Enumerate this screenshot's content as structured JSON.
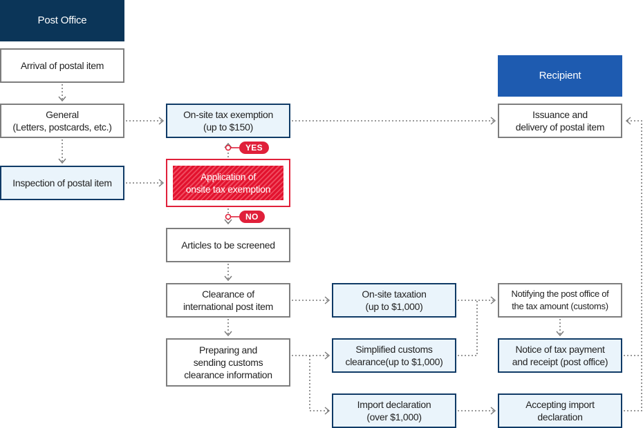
{
  "headers": {
    "post_office": "Post Office",
    "recipient": "Recipient"
  },
  "boxes": {
    "arrival": "Arrival of postal item",
    "general": "General\n(Letters, postcards, etc.)",
    "inspection": "Inspection of postal item",
    "onsite_exemption": "On-site tax exemption\n(up to $150)",
    "application": "Application of\nonsite tax exemption",
    "articles": "Articles to be screened",
    "clearance": "Clearance of\ninternational post item",
    "preparing": "Preparing and\nsending customs\nclearance information",
    "onsite_taxation": "On-site taxation\n(up to $1,000)",
    "simplified": "Simplified customs\nclearance(up to $1,000)",
    "import_declaration": "Import declaration\n(over $1,000)",
    "issuance": "Issuance and\ndelivery of postal item",
    "notifying": "Notifying the post office of\nthe tax amount (customs)",
    "notice_payment": "Notice of tax payment\nand receipt (post office)",
    "accepting_import": "Accepting import\ndeclaration"
  },
  "badges": {
    "yes": "YES",
    "no": "NO"
  },
  "colors": {
    "dark_navy": "#0b3558",
    "blue_header": "#1e5bb0",
    "red": "#e0203a",
    "light_blue_fill": "#eaf4fb",
    "connector": "#777777"
  }
}
